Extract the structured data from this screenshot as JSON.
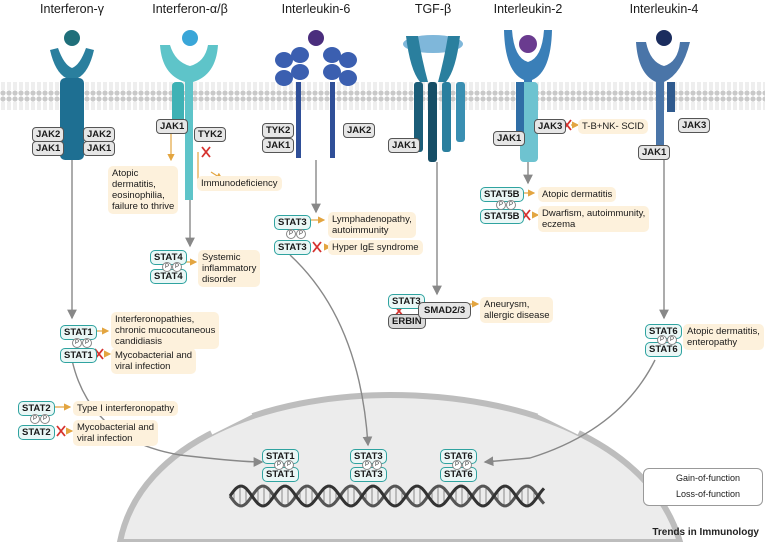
{
  "titles": {
    "ifn_gamma": "Interferon-γ",
    "ifn_alpha_beta": "Interferon-α/β",
    "il6": "Interleukin-6",
    "tgf_beta": "TGF-β",
    "il2": "Interleukin-2",
    "il4": "Interleukin-4"
  },
  "jaks": {
    "ifng_jak2_left": "JAK2",
    "ifng_jak1_left": "JAK1",
    "ifng_jak2_right": "JAK2",
    "ifng_jak1_right": "JAK1",
    "ifnab_jak1": "JAK1",
    "ifnab_tyk2": "TYK2",
    "il6_tyk2": "TYK2",
    "il6_jak1": "JAK1",
    "il6_jak2": "JAK2",
    "tgfb_jak1": "JAK1",
    "il2_jak1": "JAK1",
    "il2_jak3": "JAK3",
    "il4_jak3": "JAK3",
    "il4_jak1": "JAK1"
  },
  "stats": {
    "stat4_top": "STAT4",
    "stat4_bottom": "STAT4",
    "stat3_il6_top": "STAT3",
    "stat3_il6_bottom": "STAT3",
    "stat5b_top": "STAT5B",
    "stat5b_bottom": "STAT5B",
    "stat1_top": "STAT1",
    "stat1_bottom": "STAT1",
    "stat2_top": "STAT2",
    "stat2_bottom": "STAT2",
    "stat3_tgf": "STAT3",
    "erbin": "ERBIN",
    "smad": "SMAD2/3",
    "stat6_top": "STAT6",
    "stat6_bottom": "STAT6",
    "nuc_stat1_top": "STAT1",
    "nuc_stat1_bottom": "STAT1",
    "nuc_stat3_top": "STAT3",
    "nuc_stat3_bottom": "STAT3",
    "nuc_stat6_top": "STAT6",
    "nuc_stat6_bottom": "STAT6",
    "p": "P"
  },
  "diseases": {
    "atopic_eos": "Atopic\ndermatitis,\neosinophilia,\nfailure to thrive",
    "immunodeficiency": "Immunodeficiency",
    "systemic_inflammatory": "Systemic\ninflammatory\ndisorder",
    "lymphadenopathy": "Lymphadenopathy,\nautoimmunity",
    "hyper_ige": "Hyper IgE syndrome",
    "tb_nk_scid": "T-B+NK- SCID",
    "atopic_dermatitis_stat5b": "Atopic dermatitis",
    "dwarfism": "Dwarfism, autoimmunity,\neczema",
    "interferonopathies": "Interferonopathies,\nchronic mucocutaneous\ncandidiasis",
    "mycobacterial_stat1": "Mycobacterial and\nviral infection",
    "aneurysm": "Aneurysm,\nallergic disease",
    "type1_ifnopathy": "Type I interferonopathy",
    "mycobacterial_stat2": "Mycobacterial and\nviral infection",
    "atopic_enteropathy": "Atopic dermatitis,\nenteropathy"
  },
  "legend": {
    "gain": "Gain-of-function",
    "loss": "Loss-of-function"
  },
  "footer": "Trends in Immunology",
  "colors": {
    "gain_arrow": "#e3a540",
    "loss_cross": "#d6322e",
    "stat_border": "#2fa3a0",
    "disease_bg": "#fdf1dc"
  }
}
